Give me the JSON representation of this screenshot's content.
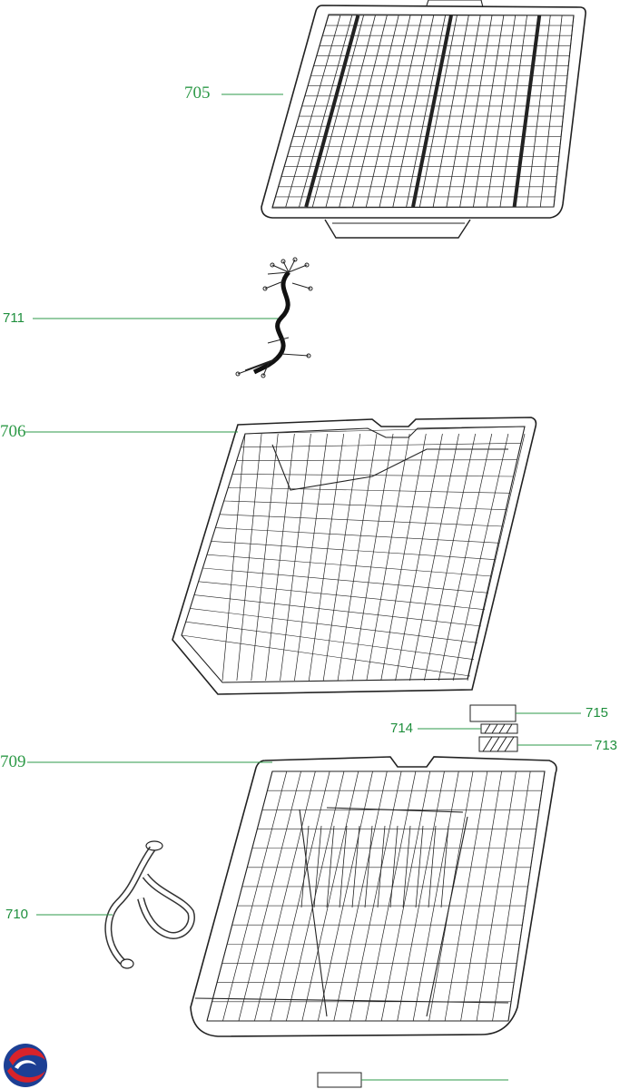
{
  "diagram": {
    "labels": {
      "p705": "705",
      "p711": "711",
      "p706": "706",
      "p715": "715",
      "p714": "714",
      "p713": "713",
      "p709": "709",
      "p710": "710"
    },
    "colors": {
      "leader": "#2e9a48",
      "line_art": "#222222",
      "logo_red": "#d8232a",
      "logo_blue": "#1c3f94"
    },
    "icons": [
      "cutlery-tray",
      "wire-harness",
      "upper-basket",
      "lower-basket",
      "water-hose",
      "brand-logo"
    ]
  }
}
